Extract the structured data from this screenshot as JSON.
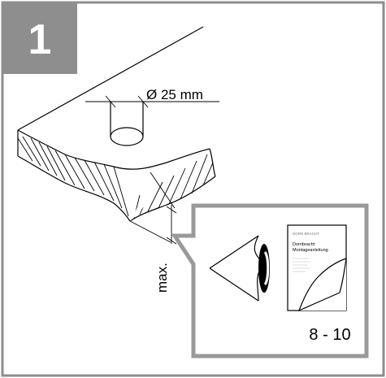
{
  "step": {
    "number": "1",
    "badge_color": "#8e8e8e",
    "frame_color": "#8e8e8e"
  },
  "drawing": {
    "hole_diameter_label": "Ø 25 mm",
    "thickness_label": "max."
  },
  "callout": {
    "manual_brand": "DORN\nBRACHT",
    "manual_title_line1": "Dornbracht",
    "manual_title_line2": "Montageanleitung",
    "page_range": "8 - 10",
    "eye_icon": "eye-icon",
    "page_curl_color": "#a9a9a9",
    "frame_color": "#999999"
  }
}
